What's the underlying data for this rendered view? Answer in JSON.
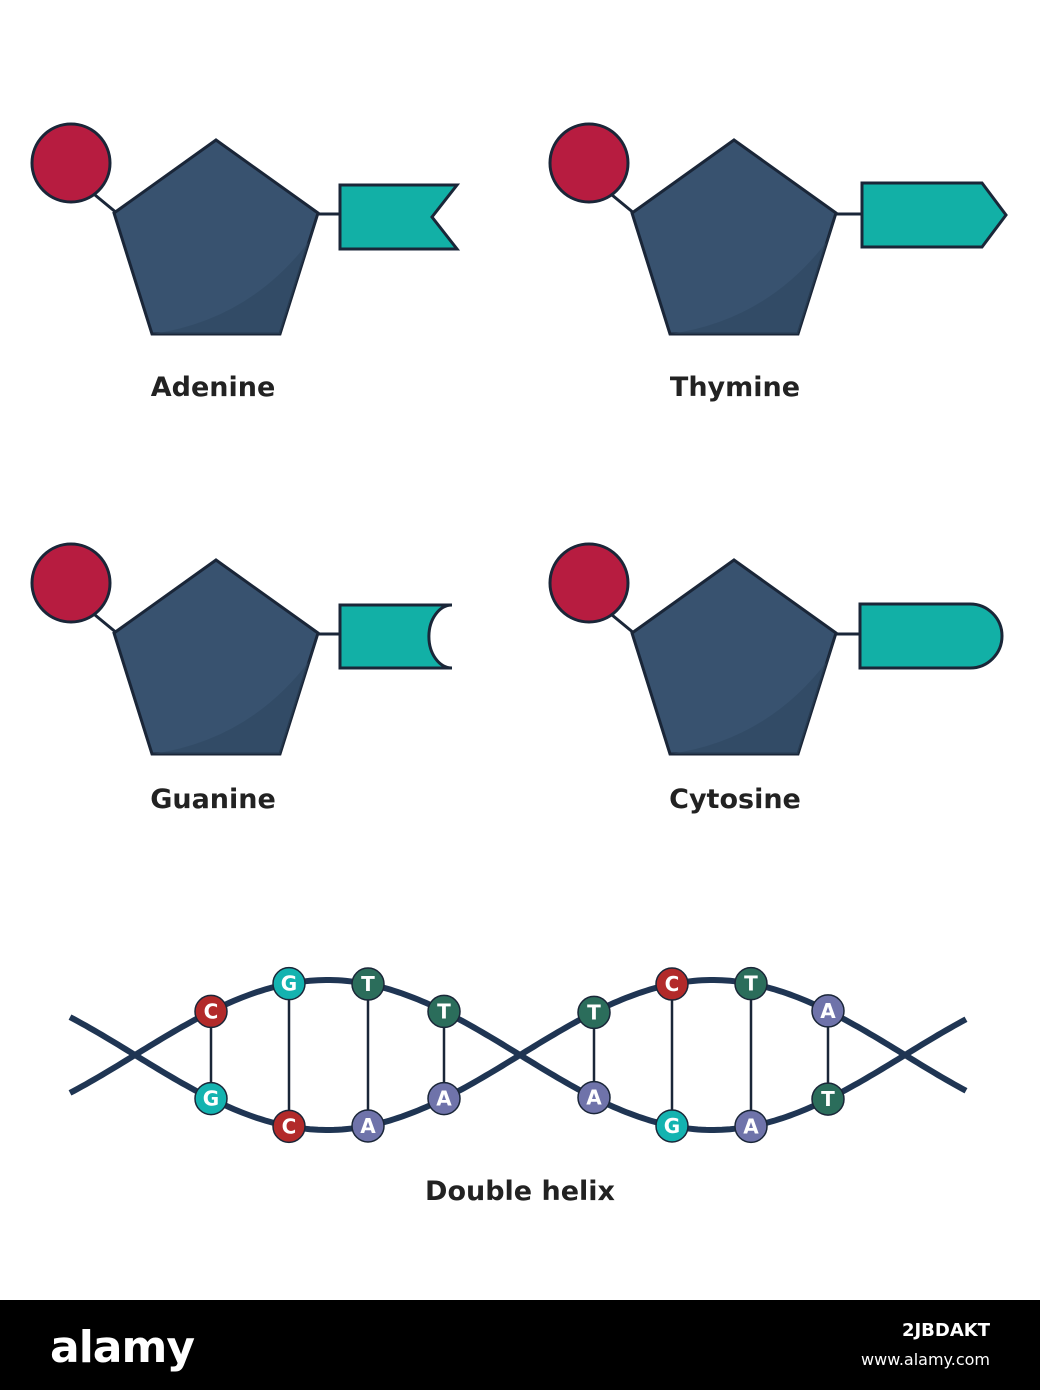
{
  "colors": {
    "phosphate": "#b71c40",
    "sugar": "#38526f",
    "sugar_shade": "#2f4761",
    "base": "#12b0a6",
    "outline": "#1a2638",
    "helix": "#1f3553",
    "label": "#222222",
    "letter_C": "#b22a2a",
    "letter_G": "#14b3b0",
    "letter_T": "#2b6d5b",
    "letter_A": "#6f73aa"
  },
  "nucleotides": {
    "adenine": {
      "label": "Adenine",
      "base_shape": "notch"
    },
    "thymine": {
      "label": "Thymine",
      "base_shape": "arrow"
    },
    "guanine": {
      "label": "Guanine",
      "base_shape": "concave"
    },
    "cytosine": {
      "label": "Cytosine",
      "base_shape": "round"
    }
  },
  "helix": {
    "label": "Double helix",
    "pairs": [
      {
        "top": "C",
        "bottom": "G"
      },
      {
        "top": "G",
        "bottom": "C"
      },
      {
        "top": "T",
        "bottom": "A"
      },
      {
        "top": "T",
        "bottom": "A"
      },
      {
        "top": "T",
        "bottom": "A"
      },
      {
        "top": "C",
        "bottom": "G"
      },
      {
        "top": "T",
        "bottom": "A"
      },
      {
        "top": "A",
        "bottom": "T"
      }
    ]
  },
  "footer": {
    "logo": "alamy",
    "image_id": "2JBDAKT",
    "url": "www.alamy.com"
  }
}
